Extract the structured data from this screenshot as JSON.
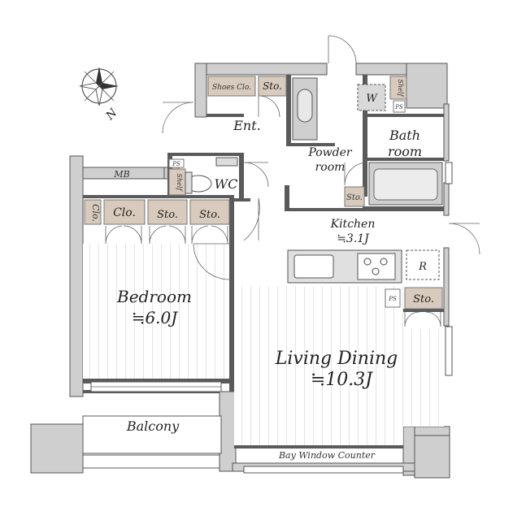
{
  "rooms": {
    "bedroom": {
      "name": "Bedroom",
      "area": "≒6.0J"
    },
    "living_dining": {
      "name": "Living Dining",
      "area": "≒10.3J"
    },
    "kitchen": {
      "name": "Kitchen",
      "area": "≒3.1J"
    },
    "balcony": "Balcony",
    "bay_window_counter": "Bay Window Counter",
    "entrance": "Ent.",
    "powder_room_line1": "Powder",
    "powder_room_line2": "room",
    "bath_line1": "Bath",
    "bath_line2": "room",
    "wc": "WC",
    "mb": "MB"
  },
  "storage": {
    "shoes_closet": "Shoes Clo.",
    "entrance_storage": "Sto.",
    "closet_small": "Clo.",
    "closet": "Clo.",
    "bedroom_storage_1": "Sto.",
    "bedroom_storage_2": "Sto.",
    "powder_storage": "Sto.",
    "living_storage": "Sto.",
    "shelf_wc": "Shelf",
    "shelf_bath": "Shelf"
  },
  "fixtures": {
    "washer": "W",
    "refrigerator": "R",
    "pipe_space_1": "PS",
    "pipe_space_2": "PS",
    "pipe_space_3": "PS"
  },
  "compass": {
    "north": "N"
  },
  "colors": {
    "wall_dark": "#5a5a5a",
    "wall_gray": "#cfcfcf",
    "storage_tan": "#d8cbbd",
    "floor_stripe": "#e4e4e4"
  }
}
